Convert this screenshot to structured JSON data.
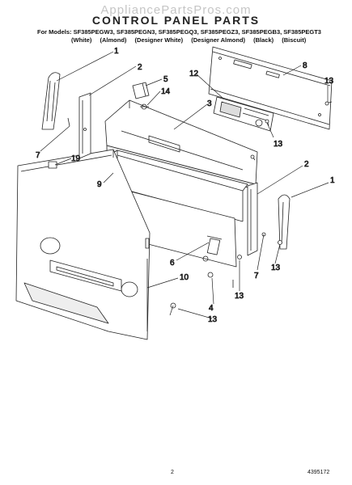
{
  "header": {
    "watermark": "AppliancePartsPros.com",
    "title": "CONTROL PANEL PARTS",
    "models": "For Models: SF385PEGW3, SF385PEGN3, SF385PEGQ3, SF385PEGZ3, SF385PEGB3, SF385PEGT3",
    "colors": [
      "(White)",
      "(Almond)",
      "(Designer White)",
      "(Designer Almond)",
      "(Black)",
      "(Biscuit)"
    ]
  },
  "callouts": {
    "c1a": "1",
    "c2a": "2",
    "c5": "5",
    "c14": "14",
    "c3": "3",
    "c12": "12",
    "c8": "8",
    "c13a": "13",
    "c13b": "13",
    "c7a": "7",
    "c19": "19",
    "c9": "9",
    "c2b": "2",
    "c1b": "1",
    "c6": "6",
    "c7b": "7",
    "c13c": "13",
    "c10": "10",
    "c13d": "13",
    "c4": "4",
    "c13e": "13"
  },
  "footer": {
    "page": "2",
    "doc_number": "4395172"
  }
}
